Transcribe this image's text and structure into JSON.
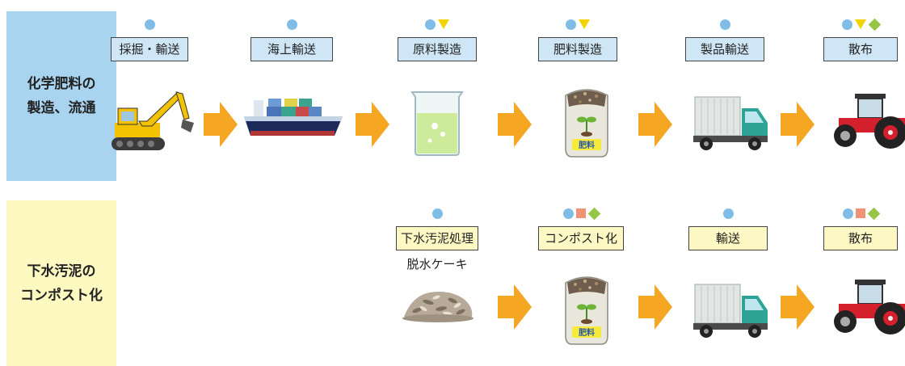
{
  "rows": {
    "chemical": {
      "label": "化学肥料の\n製造、流通"
    },
    "sewage": {
      "label": "下水汚泥の\nコンポスト化"
    }
  },
  "chemical_stages": [
    {
      "label": "採掘・輸送",
      "markers": [
        "circle"
      ],
      "icon": "excavator-icon"
    },
    {
      "label": "海上輸送",
      "markers": [
        "circle"
      ],
      "icon": "cargo-ship-icon"
    },
    {
      "label": "原料製造",
      "markers": [
        "circle",
        "triangle"
      ],
      "icon": "beaker-icon"
    },
    {
      "label": "肥料製造",
      "markers": [
        "circle",
        "triangle"
      ],
      "icon": "fertilizer-bag-icon",
      "bag_text": "肥料"
    },
    {
      "label": "製品輸送",
      "markers": [
        "circle"
      ],
      "icon": "truck-icon"
    },
    {
      "label": "散布",
      "markers": [
        "circle",
        "triangle",
        "diamond"
      ],
      "icon": "tractor-icon"
    }
  ],
  "sewage_stages": [
    {
      "label": "下水汚泥処理",
      "sublabel": "脱水ケーキ",
      "markers": [
        "circle"
      ],
      "icon": "dewatered-cake-icon"
    },
    {
      "label": "コンポスト化",
      "markers": [
        "circle",
        "square",
        "diamond"
      ],
      "icon": "fertilizer-bag-icon",
      "bag_text": "肥料"
    },
    {
      "label": "輸送",
      "markers": [
        "circle"
      ],
      "icon": "truck-icon"
    },
    {
      "label": "散布",
      "markers": [
        "circle",
        "square",
        "diamond"
      ],
      "icon": "tractor-icon"
    }
  ],
  "colors": {
    "row1_bg": "#a8d4f0",
    "row2_bg": "#fef9c0",
    "arrow": "#f5a623",
    "marker_circle": "#7fbde6",
    "marker_triangle": "#f2d200",
    "marker_square": "#f09274",
    "marker_diamond": "#95c646"
  }
}
